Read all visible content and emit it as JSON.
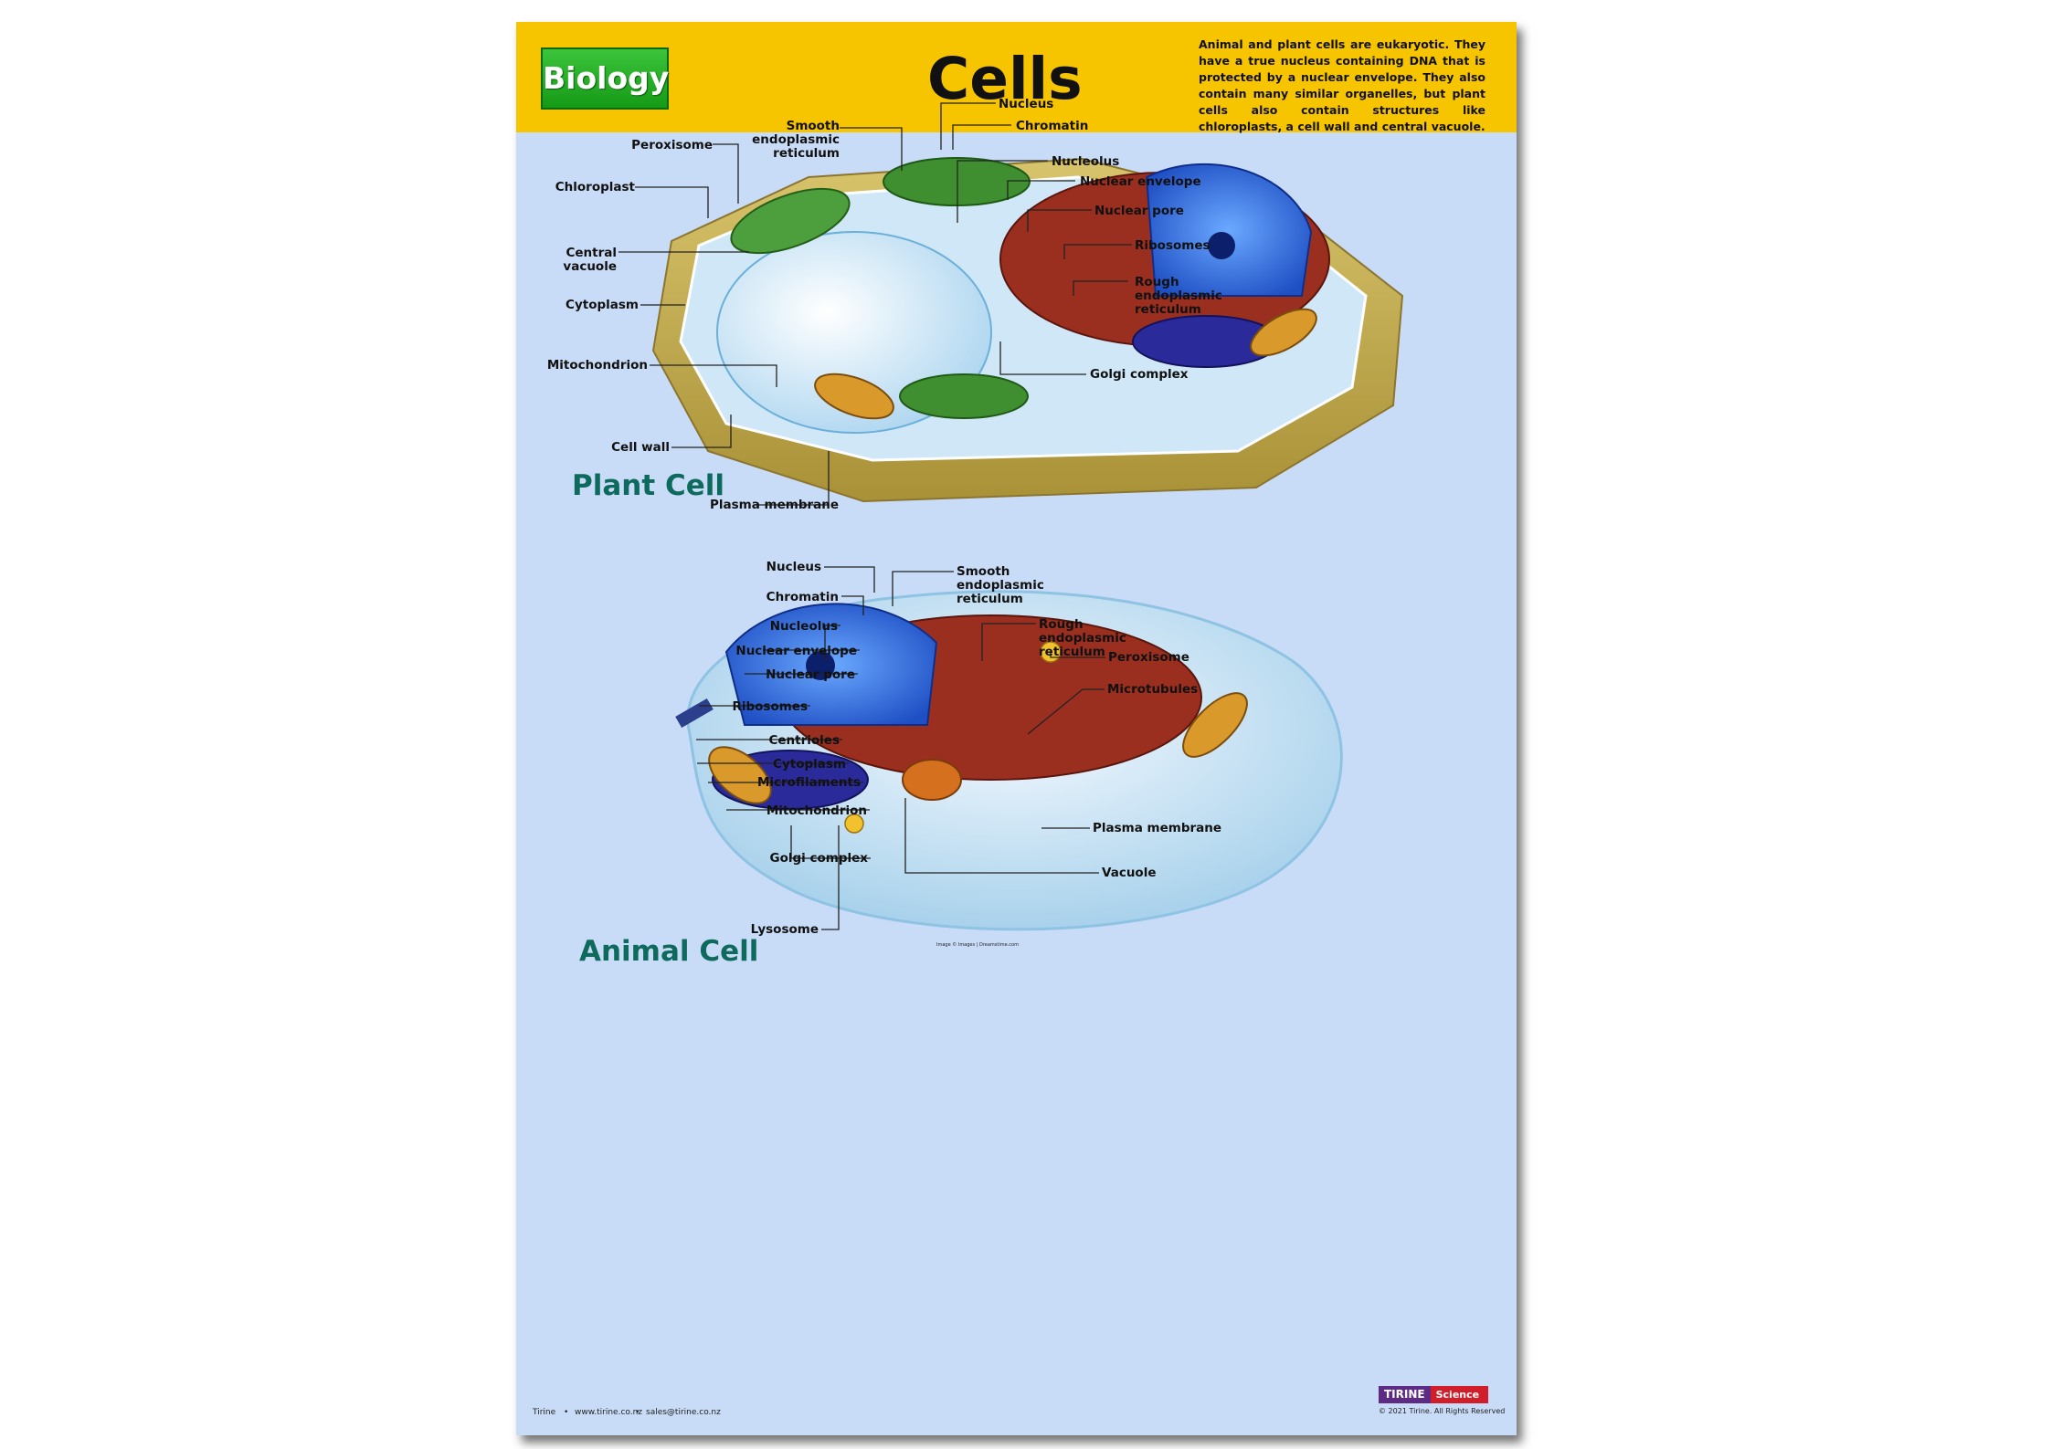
{
  "header": {
    "subject": "Biology",
    "title": "Cells",
    "intro": "Animal and plant cells are eukaryotic. They have a true nucleus containing DNA that is protected by a nuclear envelope. They also contain many similar organelles, but plant cells also contain structures like chloroplasts, a cell wall and central vacuole."
  },
  "plant": {
    "heading": "Plant Cell",
    "labels": {
      "nucleus": "Nucleus",
      "chromatin": "Chromatin",
      "smooth_er": "Smooth endoplasmic reticulum",
      "peroxisome": "Peroxisome",
      "nucleolus": "Nucleolus",
      "nuclear_envelope": "Nuclear envelope",
      "chloroplast": "Chloroplast",
      "nuclear_pore": "Nuclear pore",
      "ribosomes": "Ribosomes",
      "central_vacuole": "Central vacuole",
      "rough_er": "Rough endoplasmic reticulum",
      "cytoplasm": "Cytoplasm",
      "mitochondrion": "Mitochondrion",
      "golgi": "Golgi complex",
      "cell_wall": "Cell wall",
      "plasma_membrane": "Plasma membrane"
    }
  },
  "animal": {
    "heading": "Animal Cell",
    "labels": {
      "nucleus": "Nucleus",
      "smooth_er": "Smooth endoplasmic reticulum",
      "chromatin": "Chromatin",
      "nucleolus": "Nucleolus",
      "rough_er": "Rough endoplasmic reticulum",
      "nuclear_envelope": "Nuclear envelope",
      "peroxisome": "Peroxisome",
      "nuclear_pore": "Nuclear pore",
      "microtubules": "Microtubules",
      "ribosomes": "Ribosomes",
      "centrioles": "Centrioles",
      "cytoplasm": "Cytoplasm",
      "microfilaments": "Microfilaments",
      "mitochondrion": "Mitochondrion",
      "plasma_membrane": "Plasma membrane",
      "golgi": "Golgi complex",
      "vacuole": "Vacuole",
      "lysosome": "Lysosome"
    }
  },
  "image_credit": "Image © Images | Dreamstime.com",
  "footer": {
    "brand": "Tirine",
    "website": "www.tirine.co.nz",
    "email": "sales@tirine.co.nz",
    "logo_left": "TIRINE",
    "logo_right": "Science",
    "copyright": "© 2021 Tirine.  All Rights Reserved"
  }
}
